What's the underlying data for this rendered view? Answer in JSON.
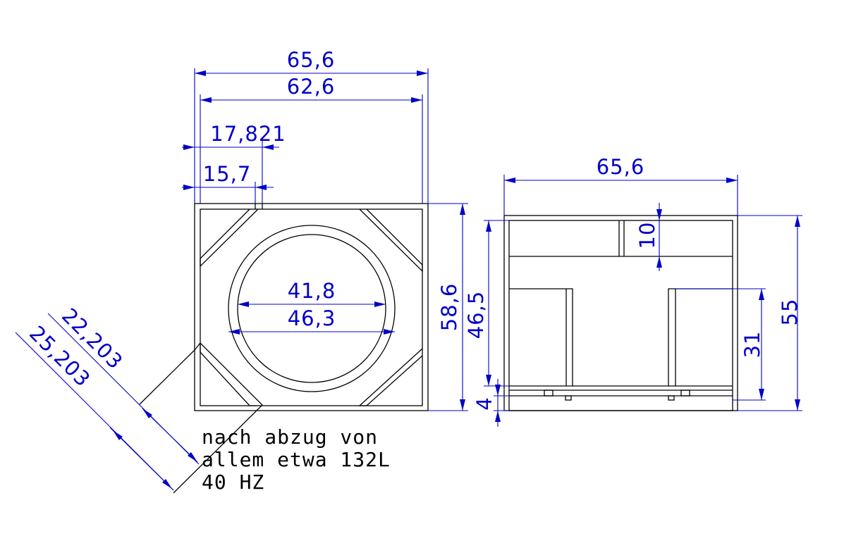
{
  "colors": {
    "geometry": "#000000",
    "dimensions": "#0000c8",
    "background": "#ffffff"
  },
  "front_view": {
    "dim_outer_width": "65,6",
    "dim_inner_width": "62,6",
    "dim_port_outer": "17,821",
    "dim_port_inner": "15,7",
    "dim_cutout": "41,8",
    "dim_ring_outer": "46,3",
    "dim_height": "58,6",
    "dim_diag_inner": "22,203",
    "dim_diag_outer": "25,203"
  },
  "side_view": {
    "dim_width": "65,6",
    "dim_shelf": "10",
    "dim_inner_height": "46,5",
    "dim_block_height": "31",
    "dim_base": "4",
    "dim_total_height": "55"
  },
  "note": {
    "line1": "nach abzug von",
    "line2": "allem etwa 132L",
    "line3": "40 HZ"
  }
}
